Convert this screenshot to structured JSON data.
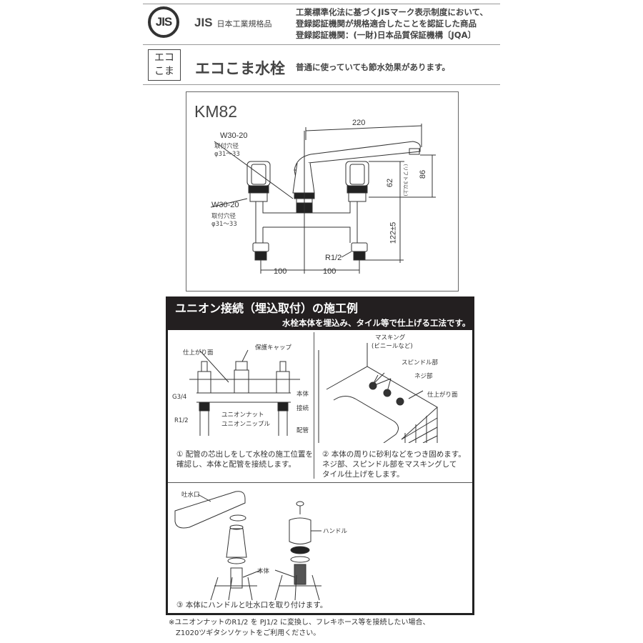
{
  "jis": {
    "logo": "JIS",
    "label_main": "JIS",
    "label_sub": "日本工業規格品",
    "desc": [
      "工業標準化法に基づくJISマーク表示制度において、",
      "登録認証機関が規格適合したことを認証した商品",
      "登録認証機関：(一財)日本品質保証機構〔JQA〕"
    ]
  },
  "eco": {
    "badge_line1": "エコ",
    "badge_line2": "こま",
    "title": "エコこま水栓",
    "desc": "普通に使っていても節水効果があります。"
  },
  "spec": {
    "model": "KM82",
    "spout_length": "220",
    "handle_height": "62",
    "lift_note": "(リフト3以上)",
    "spout_height": "86",
    "body_height": "122±5",
    "thread_top": "W30-20",
    "thread_bottom": "W30-20",
    "hole_label": "取付穴径",
    "hole_size": "φ31～33",
    "pipe_thread": "R1/2",
    "pitch_left": "100",
    "pitch_right": "100"
  },
  "install": {
    "title": "ユニオン接続（埋込取付）の施工例",
    "subtitle": "水栓本体を埋込み、タイル等で仕上げる工法です。",
    "fig1": {
      "finish_surface": "仕上がり面",
      "cap": "保護キャップ",
      "body": "本体",
      "connect": "接続",
      "pipe": "配管",
      "g34": "G3/4",
      "r12": "R1/2",
      "union_nut": "ユニオンナット",
      "union_nipple": "ユニオンニップル"
    },
    "fig2": {
      "masking": "マスキング",
      "masking_note": "(ビニールなど)",
      "spindle": "スピンドル部",
      "screw": "ネジ部",
      "finish_surface": "仕上がり面"
    },
    "fig3": {
      "spout": "吐水口",
      "handle": "ハンドル",
      "body": "本体"
    },
    "steps": [
      {
        "num": "①",
        "text": "配管の芯出しをして水栓の施工位置を\n確認し、本体と配管を接続します。"
      },
      {
        "num": "②",
        "text": "本体の周りに砂利などをつき固めます。\nネジ部、スピンドル部をマスキングして\nタイル仕上げをします。"
      },
      {
        "num": "③",
        "text": "本体にハンドルと吐水口を取り付けます。"
      }
    ]
  },
  "footnote": {
    "line1": "※ユニオンナットのR1/2 を PJ1/2 に変換し、フレキホース等を接続したい場合、",
    "line2": "Z1020ツギタシソケットをご利用ください。"
  },
  "colors": {
    "header_band": "#231f20",
    "line": "#333333",
    "rule": "#999999"
  }
}
